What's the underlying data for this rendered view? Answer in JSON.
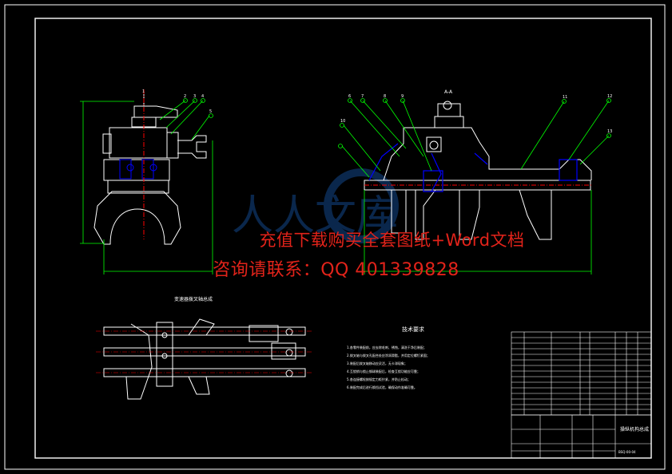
{
  "drawing": {
    "title_left_view": "变速器拨叉轴总成",
    "section_label": "A-A",
    "tech_req_title": "技术要求",
    "tech_req_items": [
      "1.各零件装配前，应去除毛刺、锈蚀，清洗干净后装配；",
      "2.拨叉轴与拨叉孔配合处应涂润滑脂，并用定位螺钉紧固；",
      "3.装配后拨叉轴移动应灵活，无卡滞现象；",
      "4.互锁销与锁止钢球装配后，检查互锁功能应可靠；",
      "5.各连接螺栓按规定力矩拧紧，并防止松动；",
      "6.装配完成后进行换挡试验，确保动作准确可靠。"
    ],
    "title_block": {
      "drawing_name": "操纵机构总成",
      "drawing_number": "BSQ-00-04"
    },
    "watermark": {
      "line1": "充值下载购买全套图纸+Word文档",
      "line2": "咨询请联系：QQ 401339828",
      "logo_text": "人人文库"
    },
    "part_balloons": [
      "1",
      "2",
      "3",
      "4",
      "5",
      "6",
      "7",
      "8",
      "9",
      "10",
      "11",
      "12",
      "13"
    ]
  },
  "colors": {
    "background": "#000000",
    "outline": "#ffffff",
    "dimension": "#00ff00",
    "hidden": "#0000ff",
    "center_line": "#ff0000",
    "watermark": "#e2231a"
  }
}
